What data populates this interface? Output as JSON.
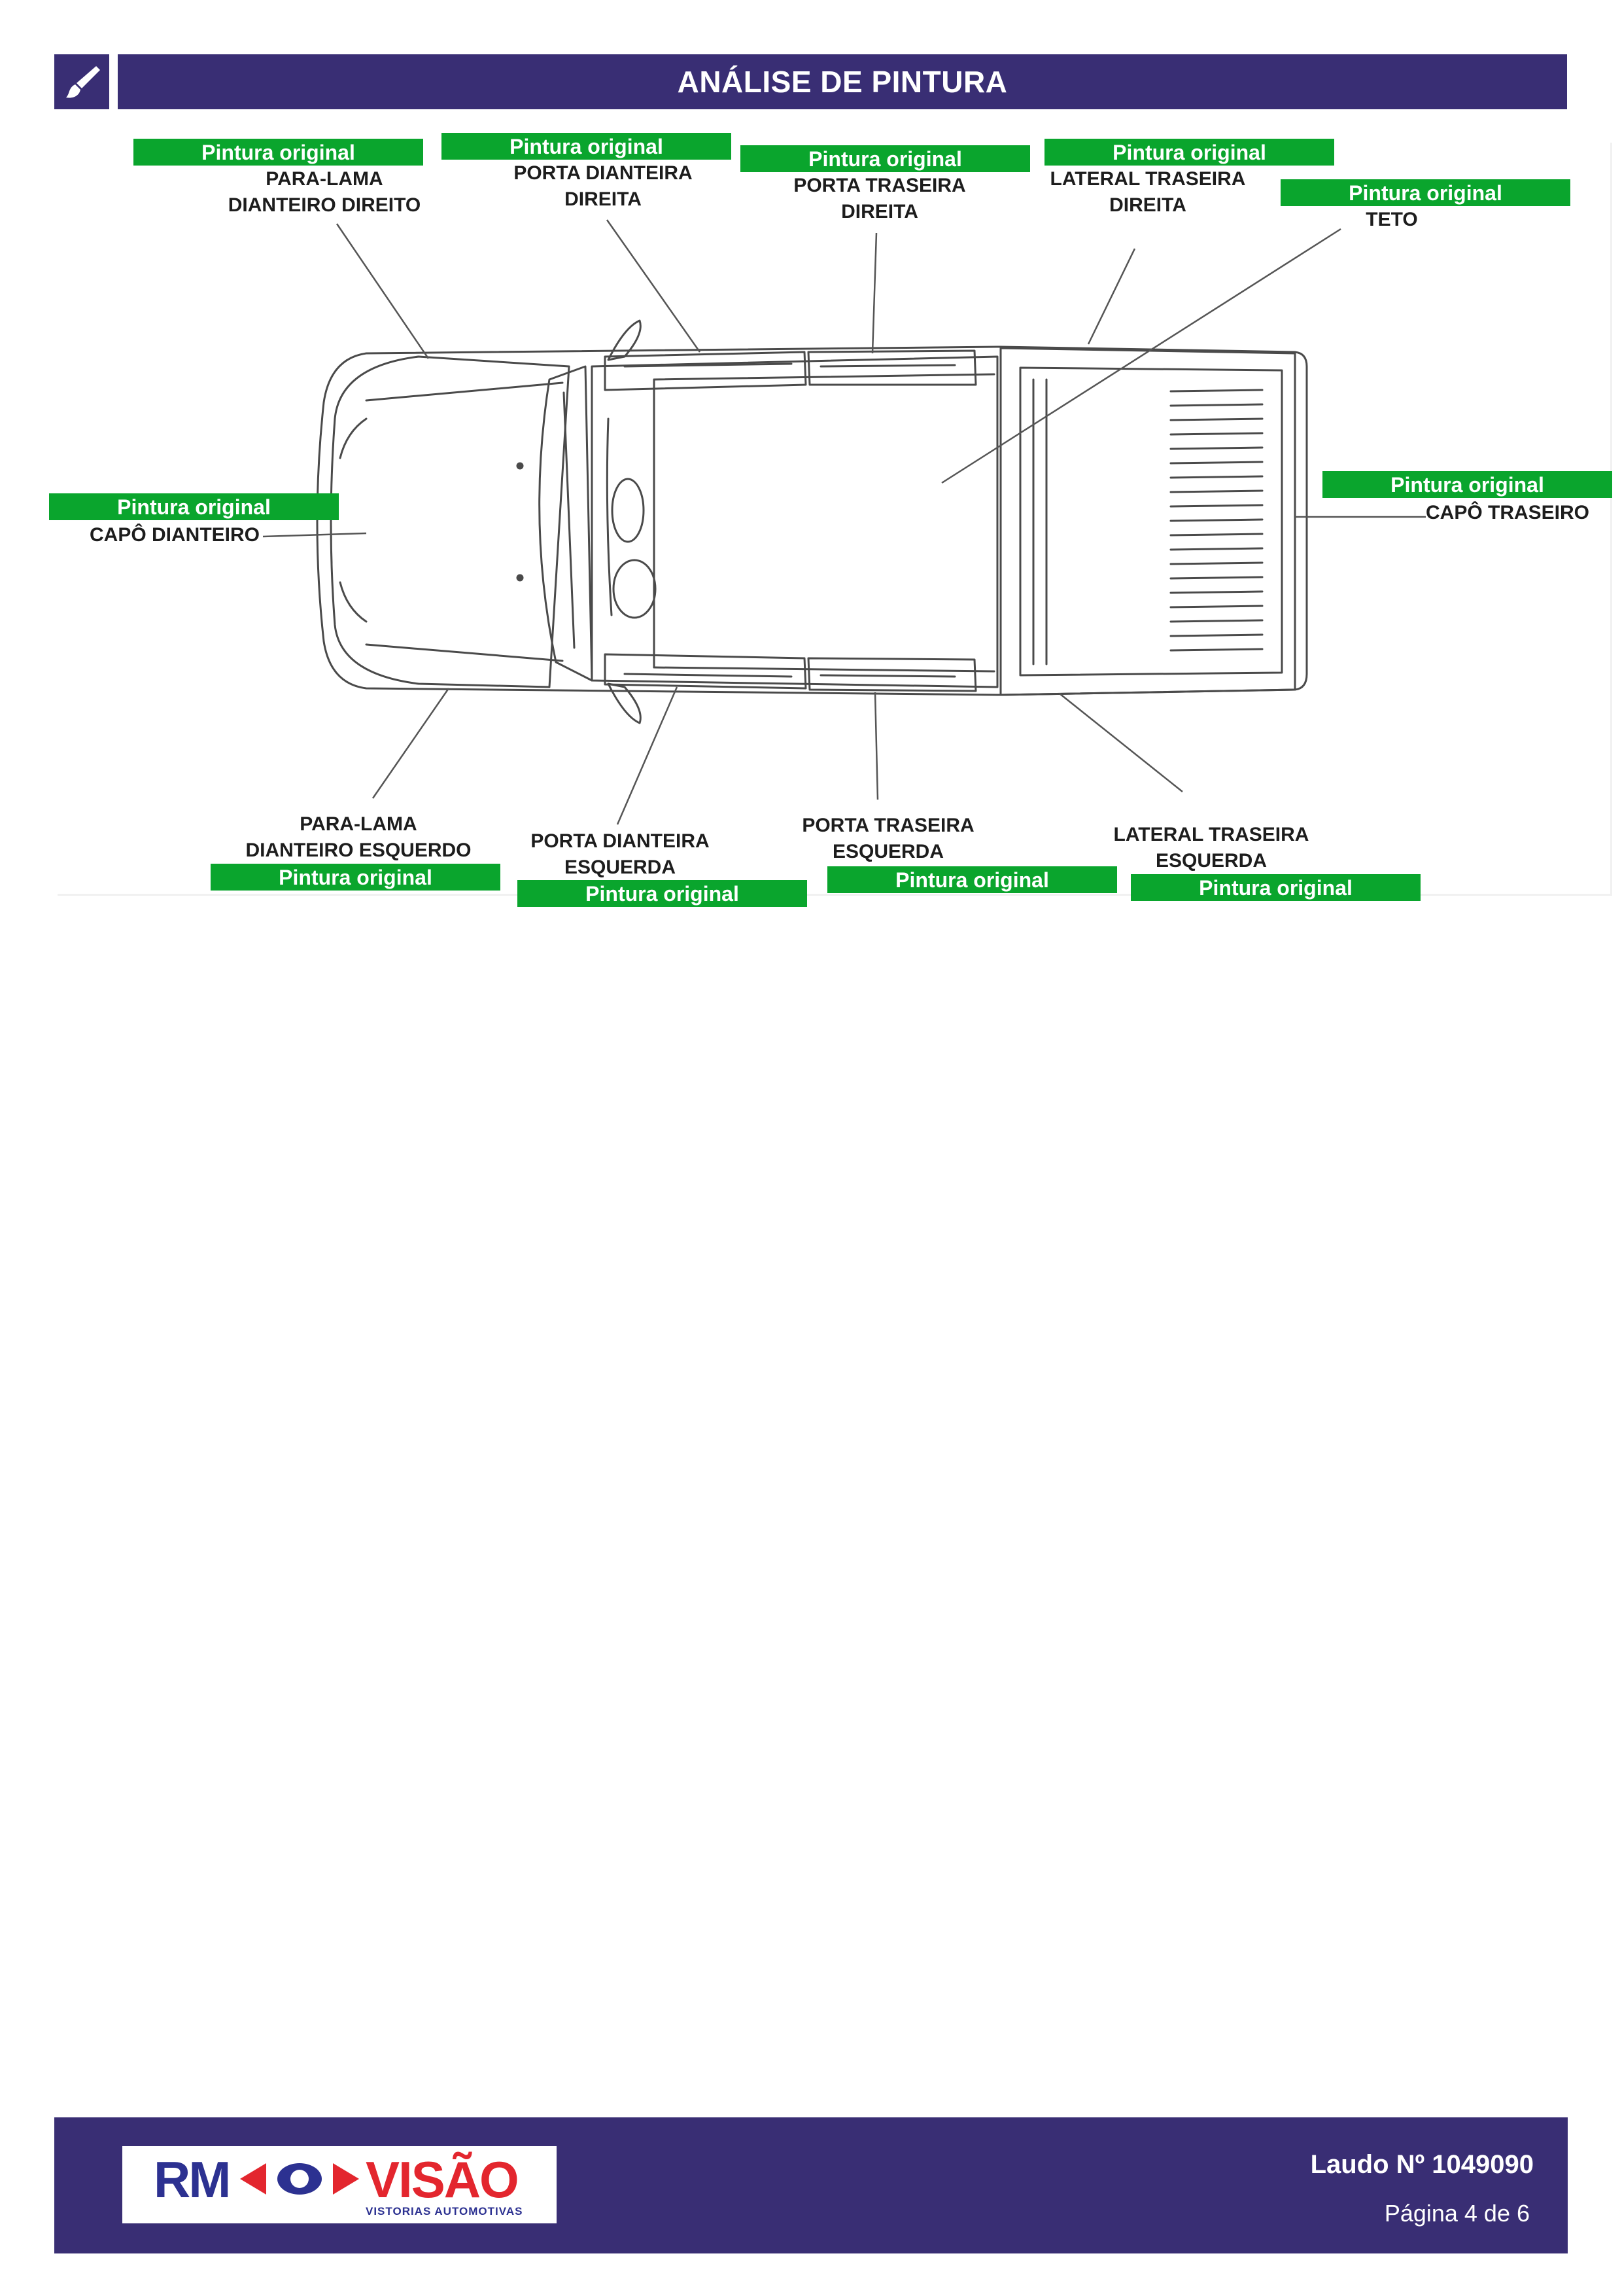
{
  "header": {
    "title": "ANÁLISE DE PINTURA",
    "icon": "paintbrush-icon"
  },
  "colors": {
    "brand": "#392e74",
    "status_ok": "#0aa52d"
  },
  "parts": {
    "para_lama_dianteiro_direito": {
      "line1": "PARA-LAMA",
      "line2": "DIANTEIRO DIREITO",
      "status": "Pintura original"
    },
    "porta_dianteira_direita": {
      "line1": "PORTA DIANTEIRA",
      "line2": "DIREITA",
      "status": "Pintura original"
    },
    "porta_traseira_direita": {
      "line1": "PORTA TRASEIRA",
      "line2": "DIREITA",
      "status": "Pintura original"
    },
    "lateral_traseira_direita": {
      "line1": "LATERAL TRASEIRA",
      "line2": "DIREITA",
      "status": "Pintura original"
    },
    "teto": {
      "line1": "TETO",
      "status": "Pintura original"
    },
    "capo_dianteiro": {
      "line1": "CAPÔ DIANTEIRO",
      "status": "Pintura original"
    },
    "capo_traseiro": {
      "line1": "CAPÔ TRASEIRO",
      "status": "Pintura original"
    },
    "para_lama_dianteiro_esquerdo": {
      "line1": "PARA-LAMA",
      "line2": "DIANTEIRO ESQUERDO",
      "status": "Pintura original"
    },
    "porta_dianteira_esquerda": {
      "line1": "PORTA DIANTEIRA",
      "line2": "ESQUERDA",
      "status": "Pintura original"
    },
    "porta_traseira_esquerda": {
      "line1": "PORTA TRASEIRA",
      "line2": "ESQUERDA",
      "status": "Pintura original"
    },
    "lateral_traseira_esquerda": {
      "line1": "LATERAL TRASEIRA",
      "line2": "ESQUERDA",
      "status": "Pintura original"
    }
  },
  "footer": {
    "logo_main_left": "RM",
    "logo_main_right": "VISÃO",
    "logo_sub": "VISTORIAS AUTOMOTIVAS",
    "report_number": "Laudo Nº 1049090",
    "page_info": "Página 4 de 6"
  }
}
